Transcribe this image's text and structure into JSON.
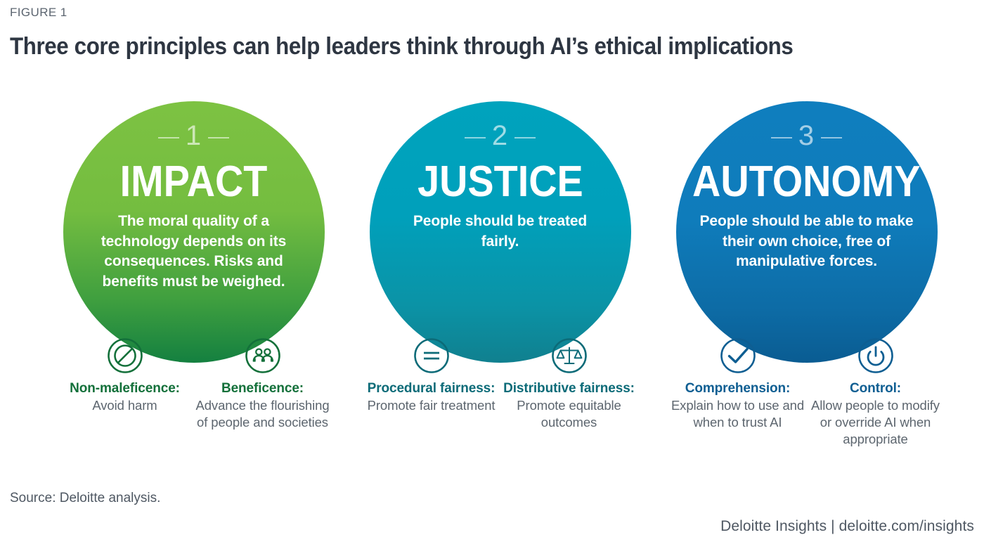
{
  "header": {
    "figure_label": "FIGURE 1",
    "title": "Three core principles can help leaders think through AI’s ethical implications"
  },
  "colors": {
    "green_top": "#7dc242",
    "green_bottom": "#148040",
    "teal_top": "#00a3bd",
    "teal_bottom": "#10808f",
    "blue_top": "#0f7ebe",
    "blue_bottom": "#0a5c92",
    "green_text": "#13703a",
    "teal_text": "#0c6b78",
    "blue_text": "#0e5e92",
    "body_text": "#5d666f",
    "title_text": "#2e3642"
  },
  "principles": [
    {
      "number": "1",
      "heading": "IMPACT",
      "body": "The moral quality of a technology depends on its consequences. Risks and benefits must be weighed.",
      "pairs": [
        {
          "icon": "prohibition-icon",
          "title": "Non-maleficence:",
          "desc": "Avoid harm"
        },
        {
          "icon": "two-people-icon",
          "title": "Beneficence:",
          "desc": "Advance the flourishing of people and societies"
        }
      ]
    },
    {
      "number": "2",
      "heading": "JUSTICE",
      "body": "People should be treated fairly.",
      "pairs": [
        {
          "icon": "equals-icon",
          "title": "Procedural fairness:",
          "desc": "Promote fair treatment"
        },
        {
          "icon": "scales-icon",
          "title": "Distributive fairness:",
          "desc": "Promote equitable outcomes"
        }
      ]
    },
    {
      "number": "3",
      "heading": "AUTONOMY",
      "body": "People should be able to make their own choice, free of manipulative forces.",
      "pairs": [
        {
          "icon": "checkmark-icon",
          "title": "Comprehension:",
          "desc": "Explain how to use and when to trust AI"
        },
        {
          "icon": "power-button-icon",
          "title": "Control:",
          "desc": "Allow people to modify or override AI when appropriate"
        }
      ]
    }
  ],
  "footer": {
    "source": "Source: Deloitte analysis.",
    "brand": "Deloitte Insights  |  deloitte.com/insights"
  }
}
